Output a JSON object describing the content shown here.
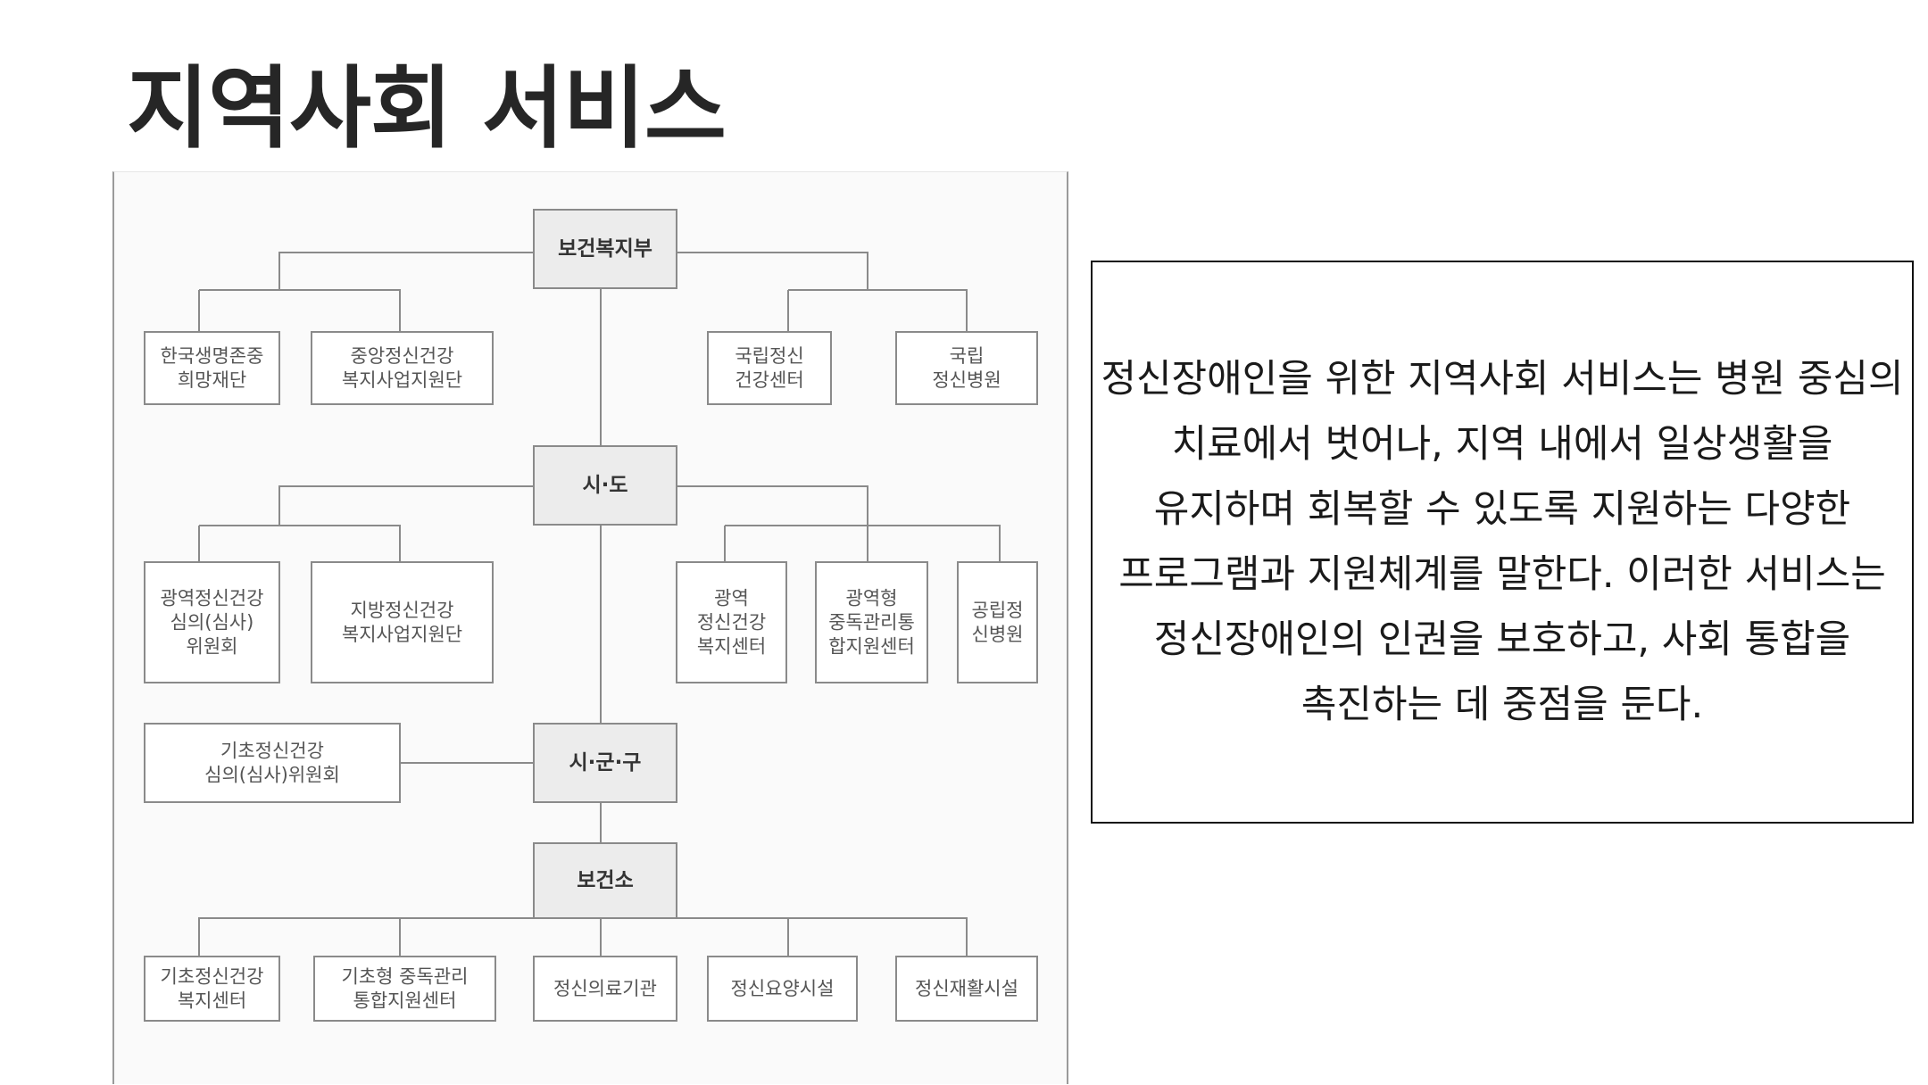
{
  "title": "지역사회 서비스",
  "description": "정신장애인을 위한 지역사회 서비스는 병원 중심의 치료에서 벗어나, 지역 내에서 일상생활을 유지하며 회복할 수 있도록 지원하는 다양한 프로그램과 지원체계를 말한다. 이러한 서비스는 정신장애인의 인권을 보호하고, 사회 통합을 촉진하는 데 중점을 둔다.",
  "org_chart": {
    "main": {
      "ministry": "보건복지부",
      "province": "시·도",
      "city": "시·군·구",
      "health_center": "보건소"
    },
    "ministry_left": [
      [
        "한국생명존중",
        "희망재단"
      ],
      [
        "중앙정신건강",
        "복지사업지원단"
      ]
    ],
    "ministry_right": [
      [
        "국립정신",
        "건강센터"
      ],
      [
        "국립",
        "정신병원"
      ]
    ],
    "province_left": [
      [
        "광역정신건강",
        "심의(심사)",
        "위원회"
      ],
      [
        "지방정신건강",
        "복지사업지원단"
      ]
    ],
    "province_right": [
      [
        "광역",
        "정신건강",
        "복지센터"
      ],
      [
        "광역형",
        "중독관리통",
        "합지원센터"
      ],
      [
        "공립정",
        "신병원"
      ]
    ],
    "city_left": [
      [
        "기초정신건강",
        "심의(심사)위원회"
      ]
    ],
    "bottom": [
      [
        "기초정신건강",
        "복지센터"
      ],
      [
        "기초형 중독관리",
        "통합지원센터"
      ],
      [
        "정신의료기관"
      ],
      [
        "정신요양시설"
      ],
      [
        "정신재활시설"
      ]
    ]
  }
}
